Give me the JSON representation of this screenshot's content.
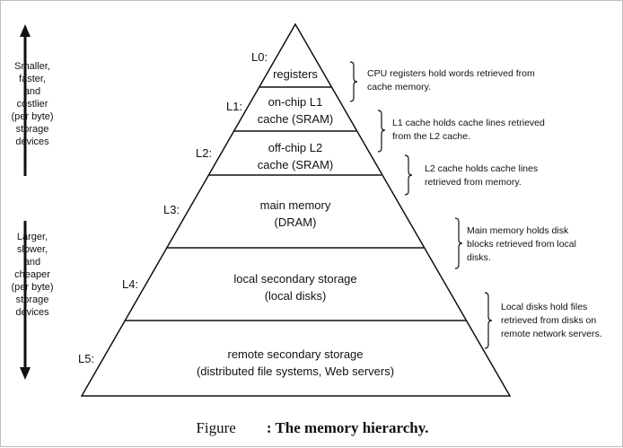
{
  "sidebar": {
    "top": [
      "Smaller,",
      "faster,",
      "and",
      "costlier",
      "(per byte)",
      "storage",
      "devices"
    ],
    "bottom": [
      "Larger,",
      "slower,",
      "and",
      "cheaper",
      "(per byte)",
      "storage",
      "devices"
    ]
  },
  "levels": [
    {
      "label": "L0:",
      "lines": [
        "registers"
      ],
      "note": [
        "CPU registers hold words retrieved from",
        "cache memory."
      ]
    },
    {
      "label": "L1:",
      "lines": [
        "on-chip L1",
        "cache (SRAM)"
      ],
      "note": [
        "L1 cache holds cache lines retrieved",
        "from the L2 cache."
      ]
    },
    {
      "label": "L2:",
      "lines": [
        "off-chip L2",
        "cache (SRAM)"
      ],
      "note": [
        "L2 cache holds cache lines",
        "retrieved from memory."
      ]
    },
    {
      "label": "L3:",
      "lines": [
        "main memory",
        "(DRAM)"
      ],
      "note": [
        "Main memory holds disk",
        "blocks retrieved from local",
        "disks."
      ]
    },
    {
      "label": "L4:",
      "lines": [
        "local secondary storage",
        "(local disks)"
      ],
      "note": [
        "Local disks hold files",
        "retrieved from disks on",
        "remote network servers."
      ]
    },
    {
      "label": "L5:",
      "lines": [
        "remote secondary storage",
        "(distributed file systems, Web servers)"
      ],
      "note": []
    }
  ],
  "caption": {
    "prefix": "Figure",
    "title": ": The memory hierarchy."
  },
  "colors": {
    "line": "#111111",
    "background": "#ffffff"
  }
}
